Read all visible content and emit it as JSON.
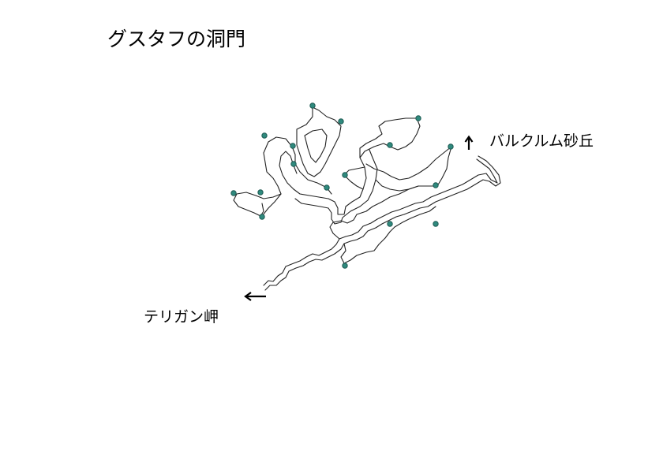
{
  "map": {
    "title": "グスタフの洞門",
    "exits": [
      {
        "label": "バルクルム砂丘",
        "direction": "north"
      },
      {
        "label": "テリガン岬",
        "direction": "west"
      }
    ],
    "colors": {
      "background": "#ffffff",
      "cave_outline": "#222222",
      "ink": "#000000",
      "marker": "#2f8a7e",
      "marker_outline": "#1d5a52"
    }
  }
}
